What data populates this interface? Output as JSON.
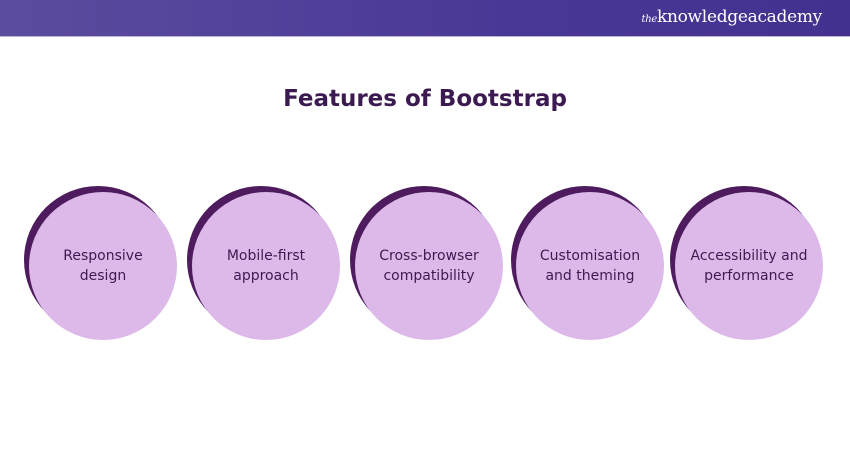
{
  "header": {
    "logo_prefix": "the",
    "logo_main": "knowledgeacademy"
  },
  "title": "Features of Bootstrap",
  "features": [
    {
      "line1": "Responsive",
      "line2": "design"
    },
    {
      "line1": "Mobile-first",
      "line2": "approach"
    },
    {
      "line1": "Cross-browser",
      "line2": "compatibility"
    },
    {
      "line1": "Customisation",
      "line2": "and theming"
    },
    {
      "line1": "Accessibility and",
      "line2": "performance"
    }
  ],
  "colors": {
    "header": "#4a3896",
    "circle_dark": "#4e1c5e",
    "circle_light": "#dcb9e8",
    "title": "#3b1a52"
  }
}
